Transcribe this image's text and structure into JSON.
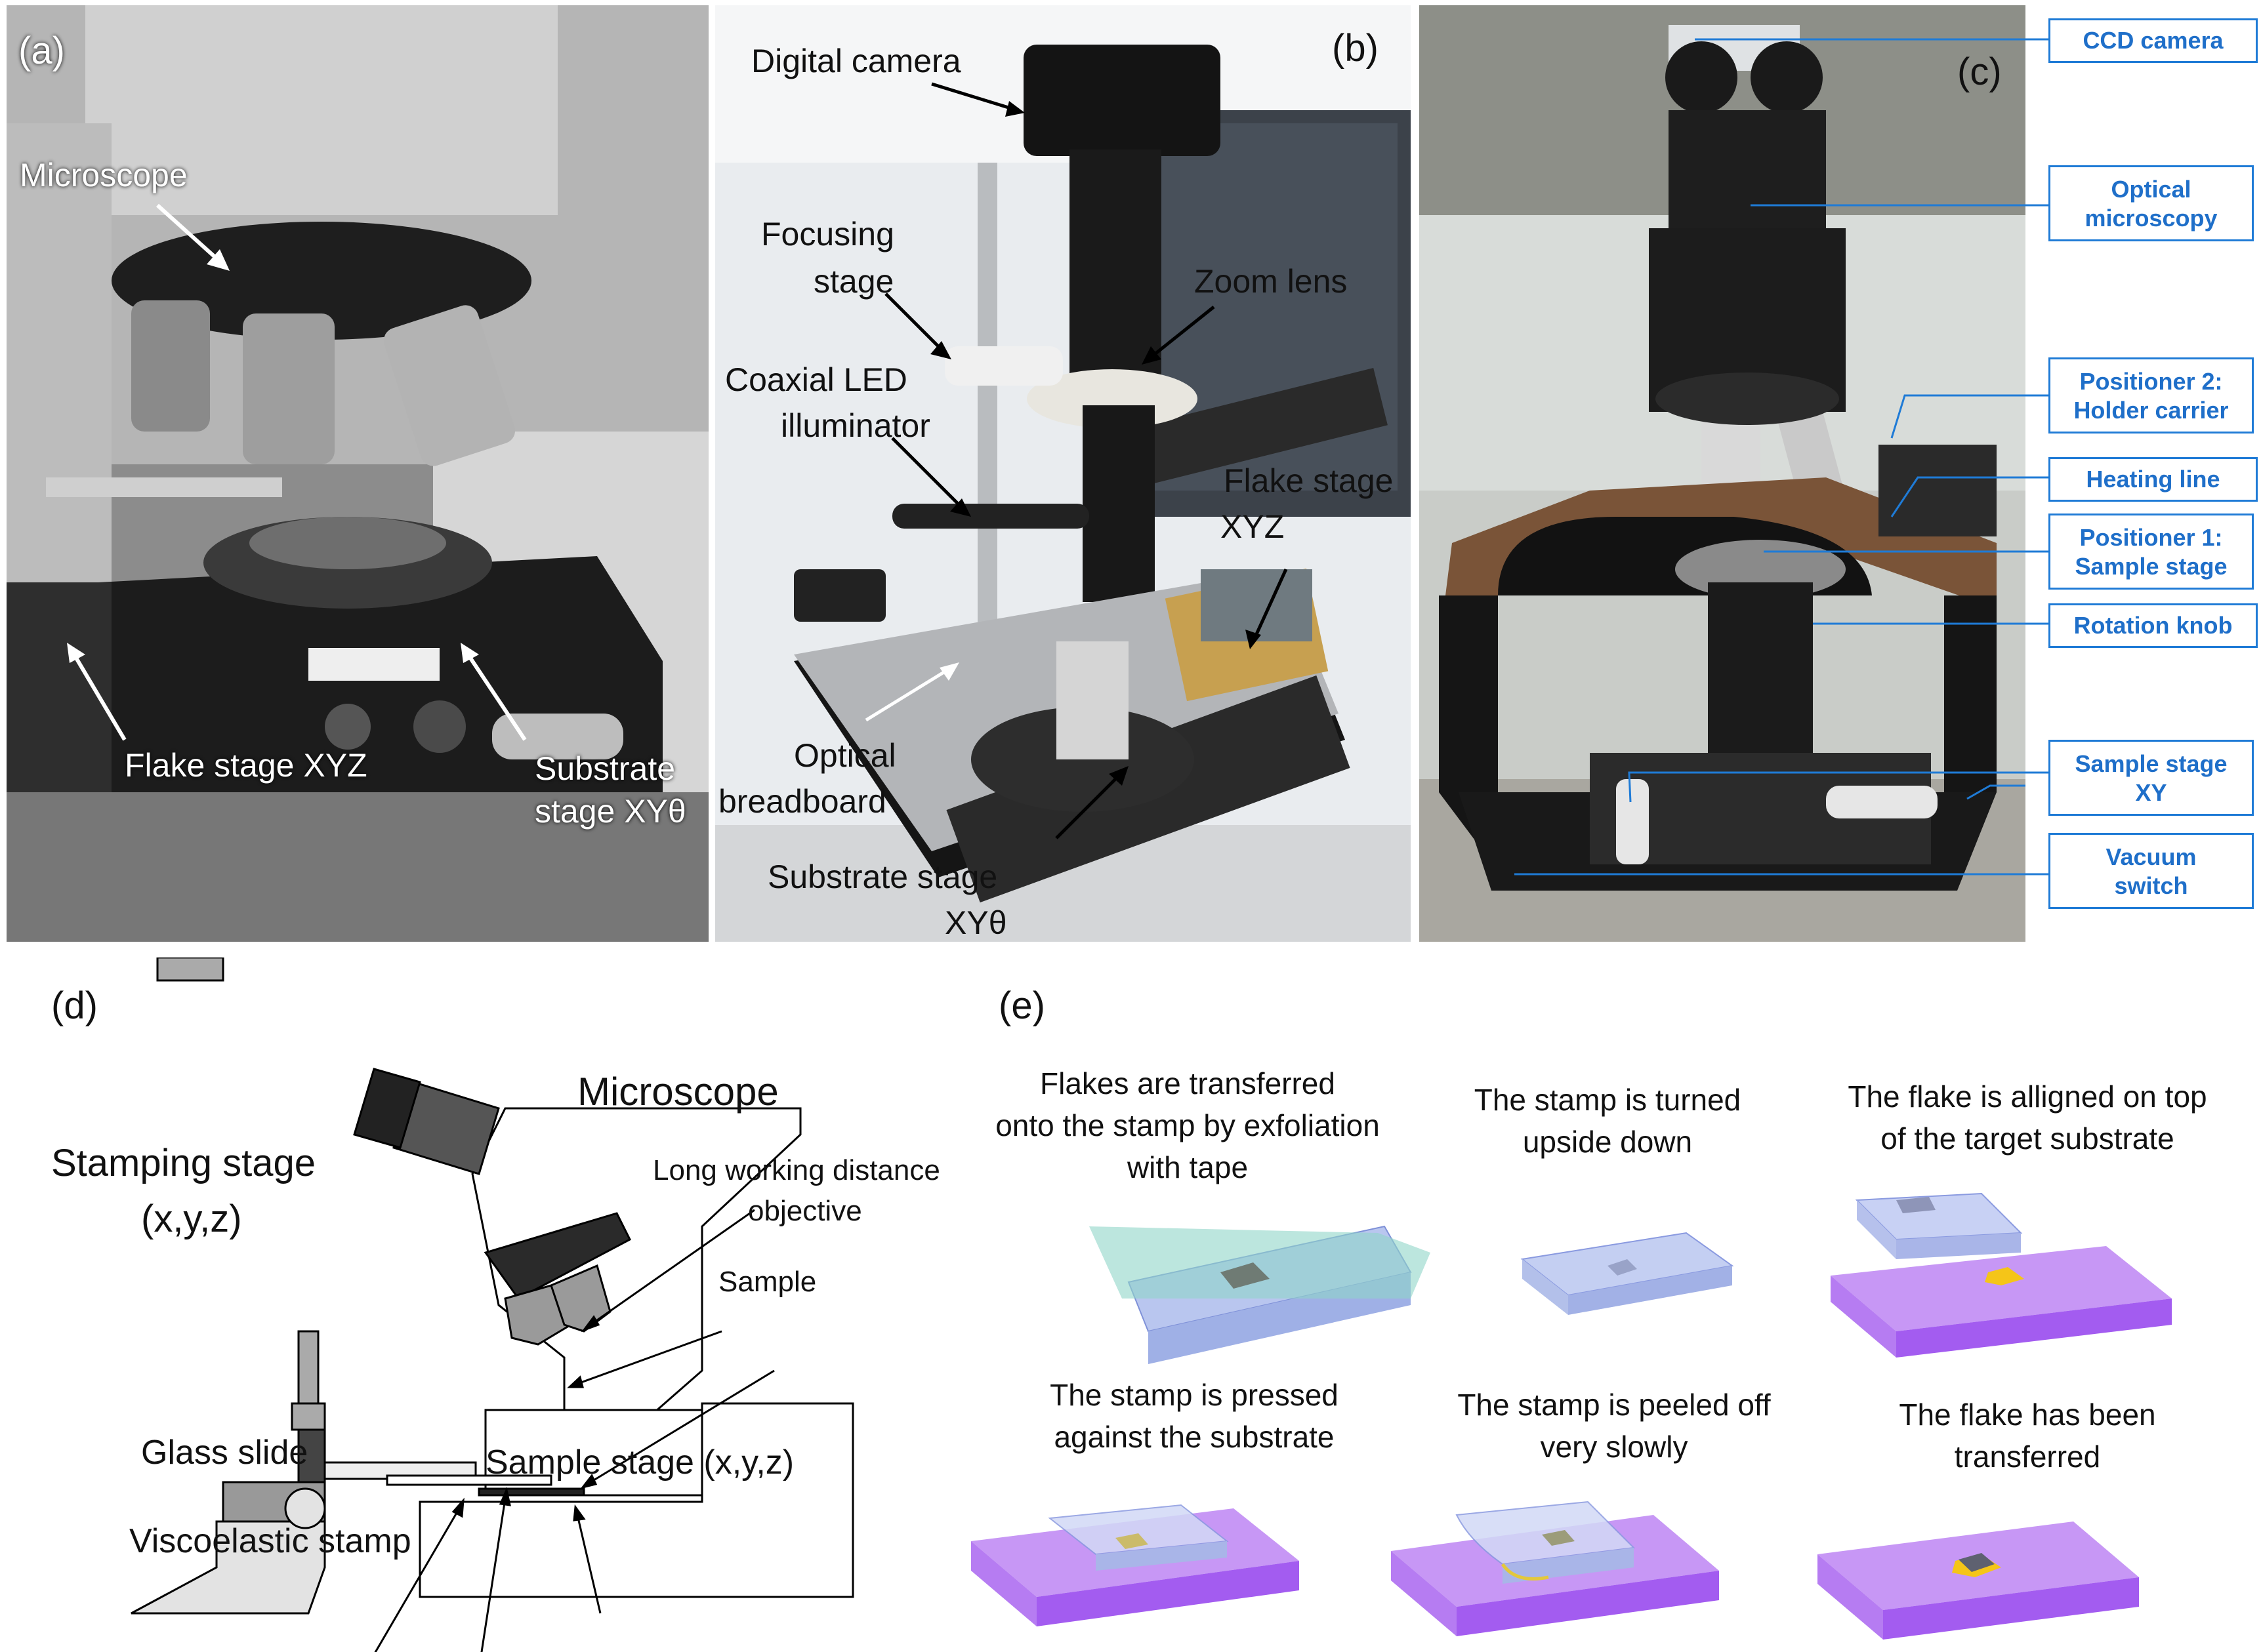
{
  "panel_a": {
    "letter": "(a)",
    "labels": {
      "microscope": "Microscope",
      "flake_stage": "Flake stage XYZ",
      "substrate_stage_1": "Substrate",
      "substrate_stage_2": "stage XYθ"
    }
  },
  "panel_b": {
    "letter": "(b)",
    "labels": {
      "digital_camera": "Digital camera",
      "focusing_stage_1": "Focusing",
      "focusing_stage_2": "stage",
      "zoom_lens": "Zoom lens",
      "coaxial_1": "Coaxial LED",
      "coaxial_2": "illuminator",
      "flake_stage_1": "Flake stage",
      "flake_stage_2": "XYZ",
      "optical_1": "Optical",
      "optical_2": "breadboard",
      "substrate_1": "Substrate stage",
      "substrate_2": "XYθ"
    }
  },
  "panel_c": {
    "letter": "(c)",
    "callouts": {
      "ccd": "CCD camera",
      "optical_1": "Optical",
      "optical_2": "microscopy",
      "pos2_1": "Positioner 2:",
      "pos2_2": "Holder carrier",
      "heating": "Heating line",
      "pos1_1": "Positioner 1:",
      "pos1_2": "Sample stage",
      "rotation": "Rotation knob",
      "xy_1": "Sample stage",
      "xy_2": "XY",
      "vac_1": "Vacuum",
      "vac_2": "switch"
    }
  },
  "panel_d": {
    "letter": "(d)",
    "labels": {
      "microscope": "Microscope",
      "stamping_1": "Stamping stage",
      "stamping_2": "(x,y,z)",
      "lwd_1": "Long working distance",
      "lwd_2": "objective",
      "sample": "Sample",
      "glass": "Glass slide",
      "sample_stage": "Sample stage (x,y,z)",
      "visco": "Viscoelastic stamp"
    }
  },
  "panel_e": {
    "letter": "(e)",
    "steps": [
      {
        "l1": "Flakes are transferred",
        "l2": "onto the stamp by exfoliation",
        "l3": "with tape"
      },
      {
        "l1": "The stamp is turned",
        "l2": "upside down"
      },
      {
        "l1": "The flake is alligned on top",
        "l2": "of the target substrate"
      },
      {
        "l1": "The stamp is pressed",
        "l2": "against the substrate"
      },
      {
        "l1": "The stamp is peeled off",
        "l2": "very slowly"
      },
      {
        "l1": "The flake has been",
        "l2": "transferred"
      }
    ]
  },
  "colors": {
    "callout_blue": "#1f7bd6",
    "substrate_purple": "#a35cf0",
    "stamp_blue": "#b8c8f0",
    "tape_teal": "#8fd6c8",
    "flake_gold": "#f5c518"
  }
}
